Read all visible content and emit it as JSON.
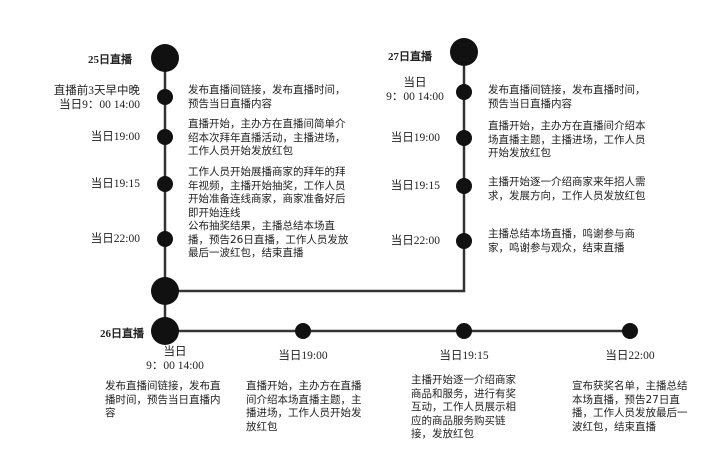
{
  "day25": {
    "title": "25日直播",
    "events": [
      {
        "time": "直播前3天早中晚\n当日9：00 14:00",
        "desc": "发布直播间链接，发布直播时间，\n预告当日直播内容"
      },
      {
        "time": "当日19:00",
        "desc": "直播开始，主办方在直播间简单介\n绍本次拜年直播活动，主播进场，\n工作人员开始发放红包"
      },
      {
        "time": "当日19:15",
        "desc": "工作人员开始展播商家的拜年的拜\n年视频，主播开始抽奖，工作人员\n开始准备连线商家，商家准备好后\n即开始连线"
      },
      {
        "time": "当日22:00",
        "desc": "公布抽奖结果，主播总结本场直\n播，预告26日直播，工作人员发放\n最后一波红包，结束直播"
      }
    ]
  },
  "day27": {
    "title": "27日直播",
    "events": [
      {
        "time": "当日\n9：00 14:00",
        "desc": "发布直播间链接，发布直播时间，\n预告当日直播内容"
      },
      {
        "time": "当日19:00",
        "desc": "直播开始，主办方在直播间介绍本\n场直播主题，主播进场，工作人员\n开始发放红包"
      },
      {
        "time": "当日19:15",
        "desc": "主播开始逐一介绍商家来年招人需\n求，发展方向，工作人员发放红包"
      },
      {
        "time": "当日22:00",
        "desc": "主播总结本场直播，鸣谢参与商\n家，鸣谢参与观众，结束直播"
      }
    ]
  },
  "day26": {
    "title": "26日直播",
    "events": [
      {
        "time": "当日\n9：00 14:00",
        "desc": "发布直播间链接，发布直\n播时间，预告当日直播内\n容"
      },
      {
        "time": "当日19:00",
        "desc": "直播开始，主办方在直播\n间介绍本场直播主题，主\n播进场，工作人员开始发\n放红包"
      },
      {
        "time": "当日19:15",
        "desc": "主播开始逐一介绍商家\n商品和服务，进行有奖\n互动，工作人员展示相\n应的商品服务购买链\n接，发放红包"
      },
      {
        "time": "当日22:00",
        "desc": "宣布获奖名单，主播总结\n本场直播，预告27日直\n播，工作人员发放最后一\n波红包，结束直播"
      }
    ]
  }
}
